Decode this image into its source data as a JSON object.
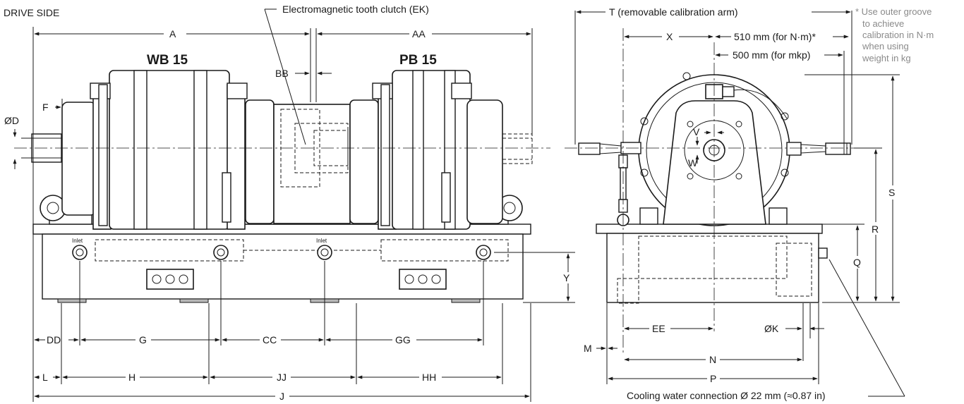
{
  "labels": {
    "drive_side": "DRIVE SIDE",
    "clutch": "Electromagnetic tooth clutch (EK)",
    "wb15": "WB 15",
    "pb15": "PB 15",
    "inlet": "Inlet",
    "calib_arm": "T (removable calibration arm)",
    "nm_dist": "510 mm (for N·m)*",
    "mkp_dist": "500 mm (for mkp)",
    "cooling": "Cooling water connection Ø 22 mm (≈0.87 in)"
  },
  "note_lines": [
    "* Use outer groove",
    "to achieve",
    "calibration in N·m",
    "when using",
    "weight in kg"
  ],
  "dims": {
    "A": "A",
    "AA": "AA",
    "BB": "BB",
    "F": "F",
    "D": "ØD",
    "DD": "DD",
    "G": "G",
    "CC": "CC",
    "GG": "GG",
    "L": "L",
    "H": "H",
    "JJ": "JJ",
    "HH": "HH",
    "J": "J",
    "Y": "Y",
    "X": "X",
    "V": "V",
    "W": "W",
    "S": "S",
    "R": "R",
    "Q": "Q",
    "EE": "EE",
    "K": "ØK",
    "M": "M",
    "N": "N",
    "P": "P"
  },
  "colors": {
    "line": "#1a1a1a",
    "note": "#8a8a8a",
    "fill_gray": "#b8b8b8"
  }
}
